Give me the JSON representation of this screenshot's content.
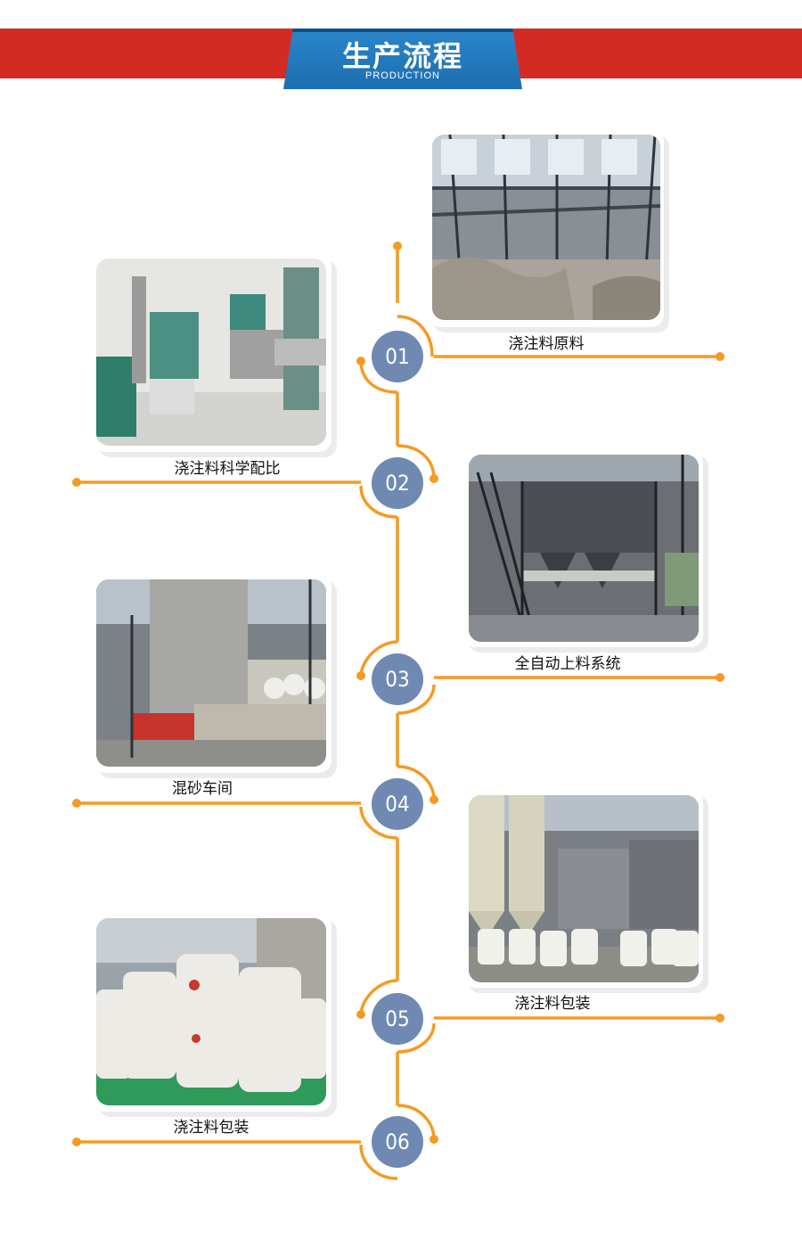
{
  "header": {
    "title": "生产流程",
    "subtitle": "PRODUCTION"
  },
  "colors": {
    "banner": "#d42a24",
    "plate": "#2b86c9",
    "line": "#f59a23",
    "badge": "#6f89b2"
  },
  "steps": [
    {
      "number": "01",
      "caption": "浇注料原料"
    },
    {
      "number": "02",
      "caption": "浇注料科学配比"
    },
    {
      "number": "03",
      "caption": "全自动上料系统"
    },
    {
      "number": "04",
      "caption": "混砂车间"
    },
    {
      "number": "05",
      "caption": "浇注料包装"
    },
    {
      "number": "06",
      "caption": "浇注料包装"
    }
  ]
}
